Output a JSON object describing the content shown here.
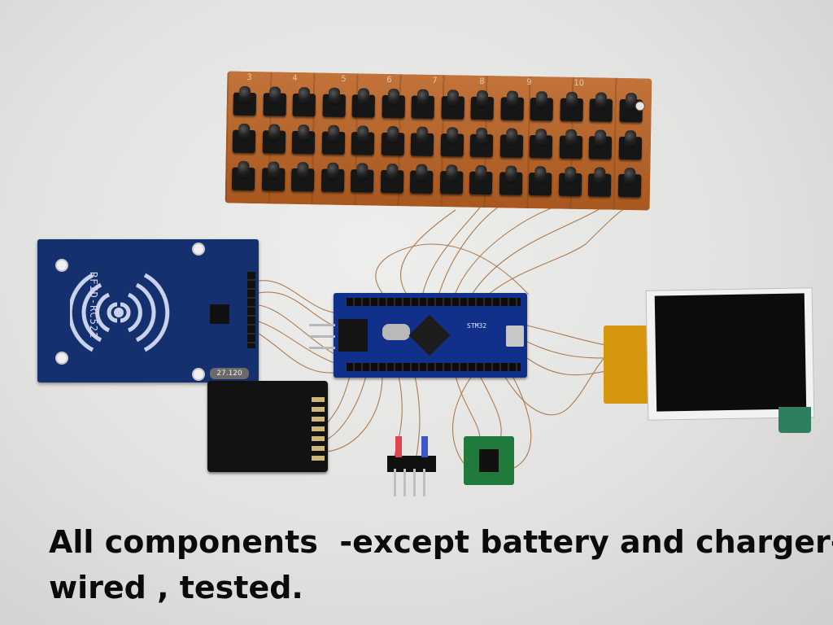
{
  "caption": {
    "line1": "All components  -except battery and charger-",
    "line2": "wired , tested."
  },
  "keypad": {
    "column_numbers": [
      "3",
      "4",
      "5",
      "6",
      "7",
      "8",
      "9",
      "10"
    ],
    "rows": 3,
    "keys_per_row": 14
  },
  "rfid_board": {
    "label": "RFID-RC522",
    "crystal_marking": "27.120"
  },
  "mcu_board": {
    "chip_label": "STM32"
  },
  "colors": {
    "background": "#e6e6e4",
    "keypad_pcb": "#b5652a",
    "rfid_pcb": "#14306e",
    "mcu_pcb": "#10308a",
    "display_flex": "#d7960f",
    "module_pcb": "#1f7a3b",
    "wire": "#b87a4a"
  }
}
